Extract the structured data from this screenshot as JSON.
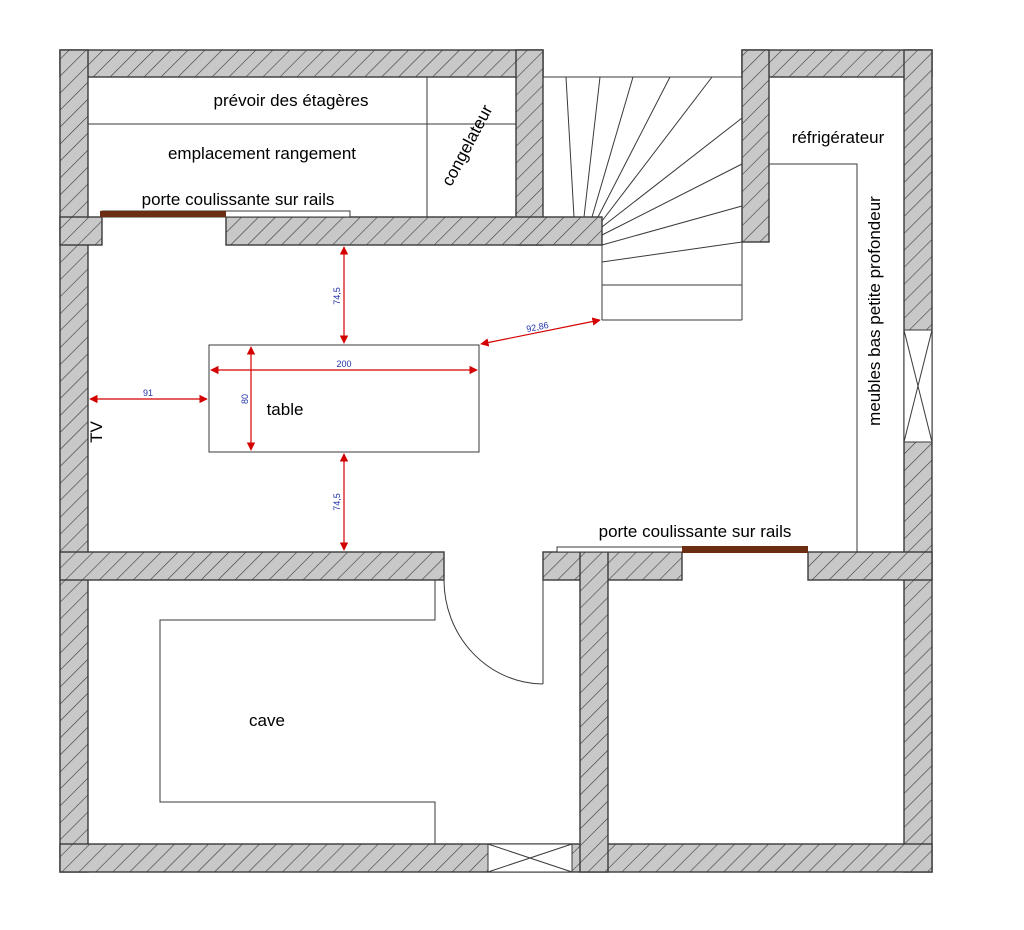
{
  "labels": {
    "shelves": "prévoir des étagères",
    "storage": "emplacement rangement",
    "freezer": "congelateur",
    "sliding_door_top": "porte coulissante sur rails",
    "fridge": "réfrigérateur",
    "low_cabinets": "meubles bas petite profondeur",
    "table": "table",
    "tv": "TV",
    "sliding_door_bottom": "porte coulissante sur rails",
    "cave": "cave"
  },
  "dimensions": {
    "top_gap": "74,5",
    "bottom_gap": "74,5",
    "table_length": "200",
    "table_width": "80",
    "tv_distance": "91",
    "stair_distance": "92,86"
  },
  "colors": {
    "wall_fill": "#c8c8c8",
    "door_rail": "#6b2e12",
    "dimension_line": "#d40000",
    "dimension_text": "#2233aa"
  }
}
